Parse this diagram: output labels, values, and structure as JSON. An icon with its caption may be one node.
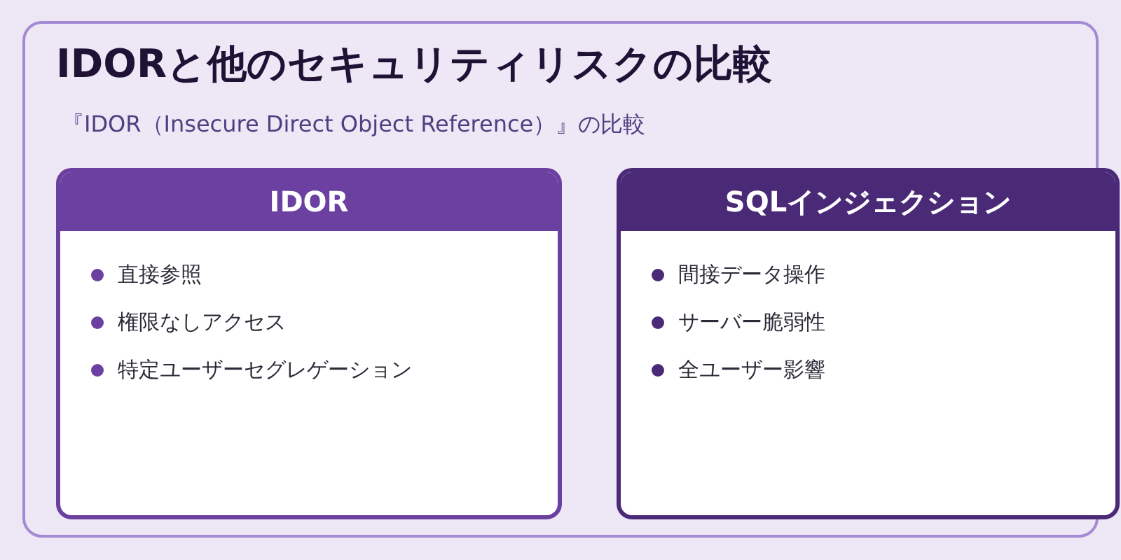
{
  "diagram": {
    "title": "IDORと他のセキュリティリスクの比較",
    "nodes": [
      {
        "text": [
          "IDOR",
          "直接参照",
          "権限なしアクセス",
          "特定ユーザーセグレゲーション"
        ]
      },
      {
        "text": [
          "SQLインジェクション",
          "間接データ操作",
          "サーバー脆弱性",
          "全ユーザー影響"
        ]
      }
    ],
    "labels": [
      "『IDOR（Insecure Direct Object Reference）』の比較"
    ]
  }
}
